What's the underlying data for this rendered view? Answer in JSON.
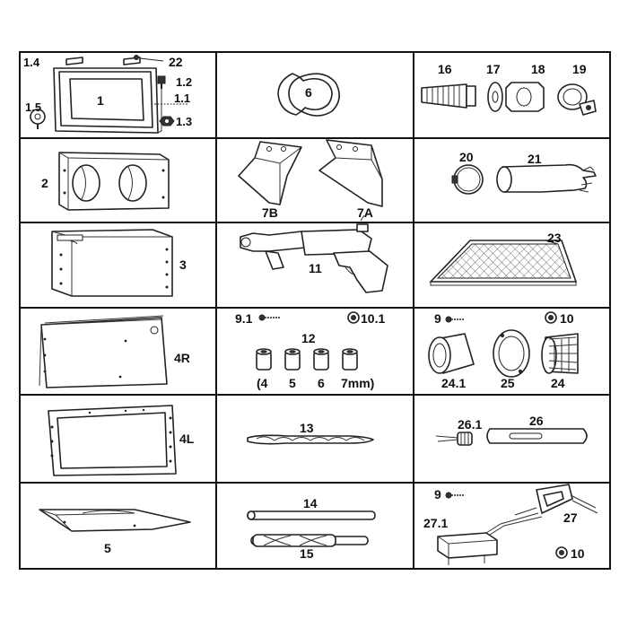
{
  "parts": {
    "c1": [
      "1.4",
      "22",
      "1.2",
      "1",
      "1.1",
      "1.5",
      "1.3"
    ],
    "c2": [
      "2"
    ],
    "c3": [
      "3"
    ],
    "c4": [
      "4R"
    ],
    "c5": [
      "4L"
    ],
    "c6": [
      "5"
    ],
    "c7": [
      "6"
    ],
    "c8": [
      "7B",
      "7A"
    ],
    "c9": [
      "11"
    ],
    "c10": [
      "9.1",
      "10.1",
      "12",
      "(4",
      "5",
      "6",
      "7mm)"
    ],
    "c11": [
      "13"
    ],
    "c12": [
      "14",
      "15"
    ],
    "c13": [
      "16",
      "17",
      "18",
      "19"
    ],
    "c14": [
      "20",
      "21"
    ],
    "c15": [
      "23"
    ],
    "c16": [
      "9",
      "10",
      "24.1",
      "25",
      "24"
    ],
    "c17": [
      "26.1",
      "26"
    ],
    "c18": [
      "9",
      "27.1",
      "27",
      "10"
    ]
  }
}
